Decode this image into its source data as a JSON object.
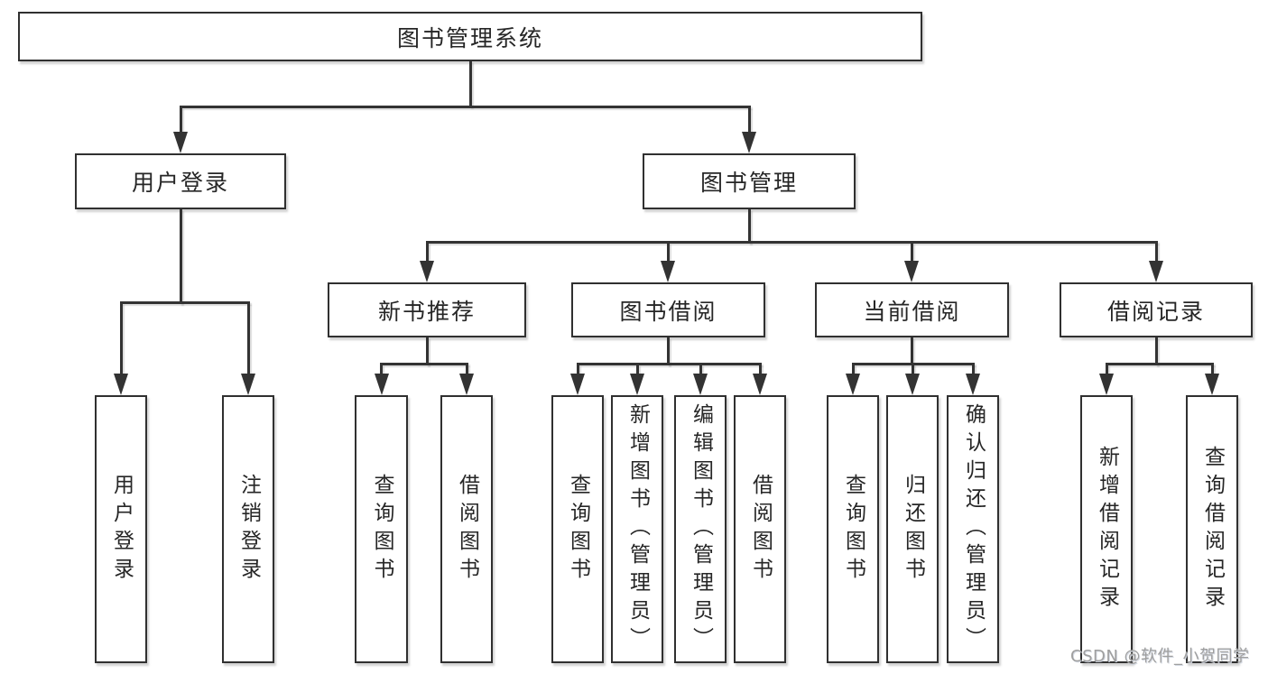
{
  "tree": {
    "label": "图书管理系统",
    "children": [
      {
        "label": "用户登录",
        "children": [
          {
            "label": "用户登录"
          },
          {
            "label": "注销登录"
          }
        ]
      },
      {
        "label": "图书管理",
        "children": [
          {
            "label": "新书推荐",
            "children": [
              {
                "label": "查询图书"
              },
              {
                "label": "借阅图书"
              }
            ]
          },
          {
            "label": "图书借阅",
            "children": [
              {
                "label": "查询图书"
              },
              {
                "label": "新增图书（管理员）"
              },
              {
                "label": "编辑图书（管理员）"
              },
              {
                "label": "借阅图书"
              }
            ]
          },
          {
            "label": "当前借阅",
            "children": [
              {
                "label": "查询图书"
              },
              {
                "label": "归还图书"
              },
              {
                "label": "确认归还（管理员）"
              }
            ]
          },
          {
            "label": "借阅记录",
            "children": [
              {
                "label": "新增借阅记录"
              },
              {
                "label": "查询借阅记录"
              }
            ]
          }
        ]
      }
    ]
  },
  "watermark": {
    "text": "CSDN @软件_小贺同学"
  },
  "colors": {
    "line": "#333333",
    "box_border": "#303030",
    "box_fill": "#ffffff",
    "text": "#262626",
    "watermark": "#9f9f9f"
  }
}
